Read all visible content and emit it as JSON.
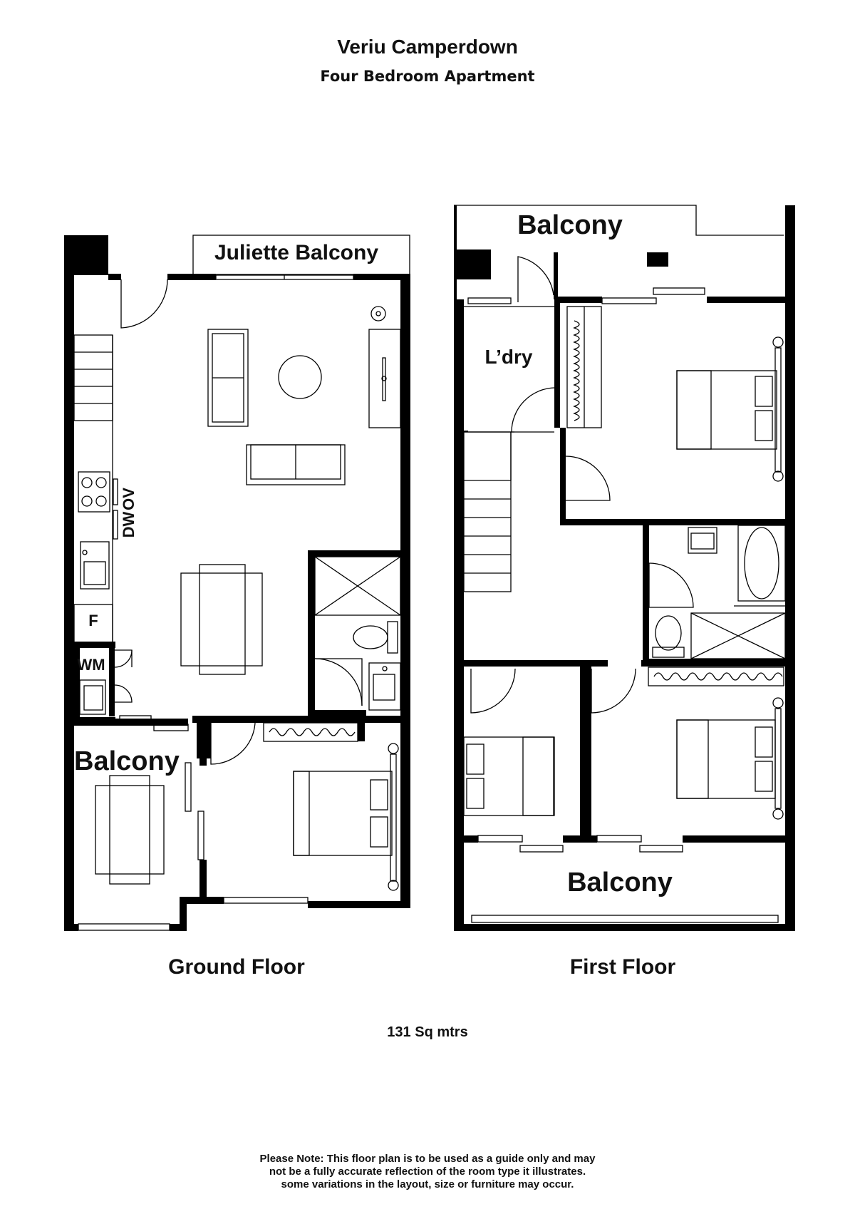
{
  "header": {
    "title": "Veriu Camperdown",
    "subtitle": "Four Bedroom Apartment"
  },
  "ground_floor": {
    "label": "Ground Floor",
    "rooms": {
      "juliette_balcony": "Juliette Balcony",
      "balcony": "Balcony",
      "dw": "DW",
      "ov": "OV",
      "fridge": "F",
      "washing_machine": "WM"
    }
  },
  "first_floor": {
    "label": "First Floor",
    "rooms": {
      "balcony_top": "Balcony",
      "laundry": "L’dry",
      "balcony_bottom": "Balcony"
    }
  },
  "area": "131 Sq mtrs",
  "note": {
    "line1": "Please Note: This floor plan is to be used as a guide only and may",
    "line2": "not be a fully accurate reflection of the room type it illustrates.",
    "line3": "some variations in the layout, size or furniture may occur."
  }
}
